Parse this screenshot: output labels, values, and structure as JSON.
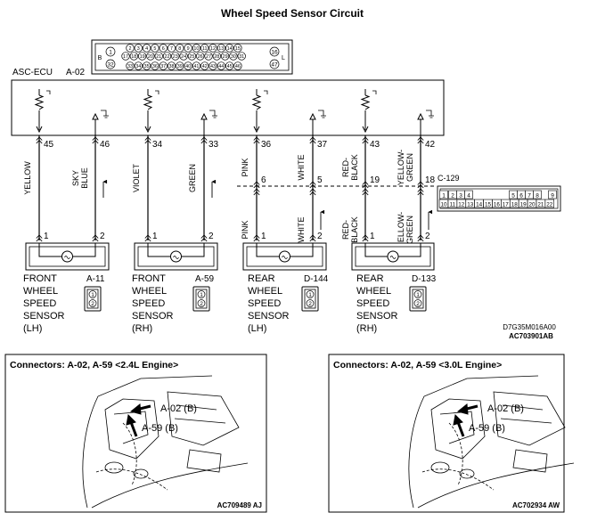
{
  "title": "Wheel Speed Sensor Circuit",
  "ecu": {
    "name": "ASC-ECU",
    "connector": "A-02"
  },
  "ecu_connector_face": {
    "row1": [
      "2",
      "3",
      "4",
      "5",
      "6",
      "7",
      "8",
      "9",
      "10",
      "11",
      "12",
      "13",
      "14",
      "15"
    ],
    "row2": [
      "17",
      "18",
      "19",
      "20",
      "21",
      "22",
      "23",
      "24",
      "25",
      "26",
      "27",
      "28",
      "29",
      "30",
      "31"
    ],
    "row3": [
      "33",
      "34",
      "35",
      "36",
      "37",
      "38",
      "39",
      "40",
      "41",
      "42",
      "43",
      "44",
      "45",
      "46"
    ],
    "left_top": "1",
    "left_bottom": "32",
    "right_top": "16",
    "right_bottom": "47",
    "left_mark": "B",
    "right_mark": "L"
  },
  "ecu_pins": [
    "45",
    "46",
    "34",
    "33",
    "36",
    "37",
    "43",
    "42"
  ],
  "wires_upper": [
    "YELLOW",
    "SKY BLUE",
    "VIOLET",
    "GREEN",
    "PINK",
    "WHITE",
    "RED-BLACK",
    "YELLOW-GREEN"
  ],
  "wires_upper_lines": [
    [
      "YELLOW"
    ],
    [
      "SKY",
      "BLUE"
    ],
    [
      "VIOLET"
    ],
    [
      "GREEN"
    ],
    [
      "PINK"
    ],
    [
      "WHITE"
    ],
    [
      "RED-",
      "BLACK"
    ],
    [
      "YELLOW-",
      "GREEN"
    ]
  ],
  "wires_lower_lines": [
    [
      "PINK"
    ],
    [
      "WHITE"
    ],
    [
      "RED-",
      "BLACK"
    ],
    [
      "YELLOW-",
      "GREEN"
    ]
  ],
  "junction": {
    "name": "C-129",
    "pins": [
      "6",
      "5",
      "19",
      "18"
    ],
    "face_row1": [
      "1",
      "2",
      "3",
      "4",
      "5",
      "6",
      "7",
      "8",
      "9"
    ],
    "face_row2": [
      "10",
      "11",
      "12",
      "13",
      "14",
      "15",
      "16",
      "17",
      "18",
      "19",
      "20",
      "21",
      "22"
    ]
  },
  "sensors": [
    {
      "lines": [
        "FRONT",
        "WHEEL",
        "SPEED",
        "SENSOR",
        "(LH)"
      ],
      "connector": "A-11",
      "pin_left": "1",
      "pin_right": "2"
    },
    {
      "lines": [
        "FRONT",
        "WHEEL",
        "SPEED",
        "SENSOR",
        "(RH)"
      ],
      "connector": "A-59",
      "pin_left": "1",
      "pin_right": "2"
    },
    {
      "lines": [
        "REAR",
        "WHEEL",
        "SPEED",
        "SENSOR",
        "(LH)"
      ],
      "connector": "D-144",
      "pin_left": "1",
      "pin_right": "2"
    },
    {
      "lines": [
        "REAR",
        "WHEEL",
        "SPEED",
        "SENSOR",
        "(RH)"
      ],
      "connector": "D-133",
      "pin_left": "1",
      "pin_right": "2"
    }
  ],
  "sensor_connector_pins": [
    "1",
    "2"
  ],
  "codes": {
    "drawing": "D7G35M016A00",
    "figure": "AC703901AB"
  },
  "panels": [
    {
      "title": "Connectors: A-02, A-59 <2.4L Engine>",
      "label_a": "A-02 (B)",
      "label_b": "A-59 (B)",
      "code": "AC709489 AJ"
    },
    {
      "title": "Connectors: A-02, A-59 <3.0L Engine>",
      "label_a": "A-02 (B)",
      "label_b": "A-59 (B)",
      "code": "AC702934 AW"
    }
  ]
}
